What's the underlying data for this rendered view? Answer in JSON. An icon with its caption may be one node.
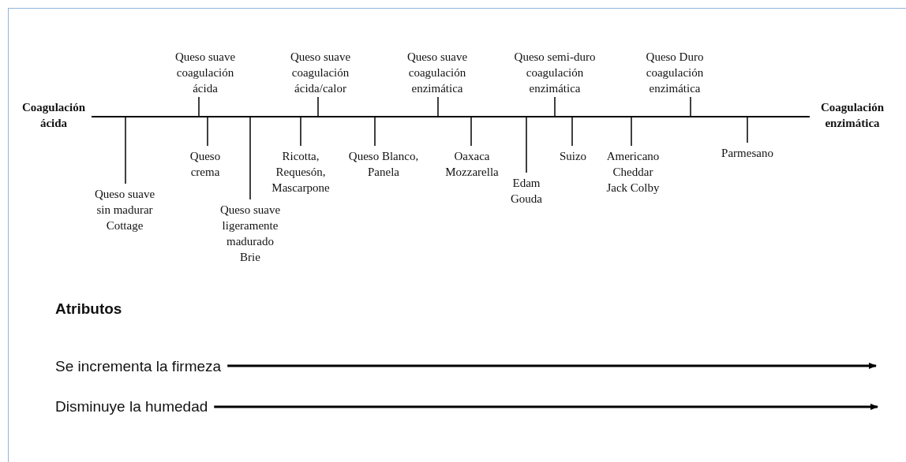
{
  "diagram": {
    "nodes": [
      {
        "text": [
          "Coagulación ácida"
        ]
      },
      {
        "text": [
          "Queso suave sin madurar Cottage"
        ]
      },
      {
        "text": [
          "Queso suave coagulación ácida"
        ]
      },
      {
        "text": [
          "Queso crema"
        ]
      },
      {
        "text": [
          "Queso suave ligeramente madurado Brie"
        ]
      },
      {
        "text": [
          "Ricotta, Requesón, Mascarpone"
        ]
      },
      {
        "text": [
          "Queso suave coagulación ácida/calor"
        ]
      },
      {
        "text": [
          "Queso Blanco, Panela"
        ]
      },
      {
        "text": [
          "Queso suave coagulación enzimática"
        ]
      },
      {
        "text": [
          "Oaxaca Mozzarella"
        ]
      },
      {
        "text": [
          "Edam Gouda"
        ]
      },
      {
        "text": [
          "Queso semi-duro coagulación enzimática"
        ]
      },
      {
        "text": [
          "Suizo"
        ]
      },
      {
        "text": [
          "Americano Cheddar Jack Colby"
        ]
      },
      {
        "text": [
          "Queso Duro coagulación enzimática"
        ]
      },
      {
        "text": [
          "Parmesano"
        ]
      },
      {
        "text": [
          "Coagulación enzimática"
        ]
      },
      {
        "text": [
          "Se incrementa la firmeza"
        ]
      },
      {
        "text": [
          "Disminuye la humedad"
        ]
      }
    ],
    "edges": [
      {
        "from": 0,
        "to": 16,
        "arrow": "none"
      },
      {
        "from": 1,
        "to": null,
        "arrow": "none"
      },
      {
        "from": 2,
        "to": null,
        "arrow": "none"
      },
      {
        "from": 3,
        "to": null,
        "arrow": "none"
      },
      {
        "from": 4,
        "to": null,
        "arrow": "none"
      },
      {
        "from": 5,
        "to": null,
        "arrow": "none"
      },
      {
        "from": 6,
        "to": null,
        "arrow": "none"
      },
      {
        "from": 7,
        "to": null,
        "arrow": "none"
      },
      {
        "from": 8,
        "to": null,
        "arrow": "none"
      },
      {
        "from": 9,
        "to": null,
        "arrow": "none"
      },
      {
        "from": 10,
        "to": null,
        "arrow": "none"
      },
      {
        "from": 11,
        "to": null,
        "arrow": "none"
      },
      {
        "from": 12,
        "to": null,
        "arrow": "none"
      },
      {
        "from": 13,
        "to": null,
        "arrow": "none"
      },
      {
        "from": 14,
        "to": null,
        "arrow": "none"
      },
      {
        "from": 15,
        "to": null,
        "arrow": "none"
      },
      {
        "from": 17,
        "to": null,
        "arrow": "to"
      },
      {
        "from": 18,
        "to": null,
        "arrow": "to"
      }
    ],
    "labels": [
      "Atributos"
    ]
  }
}
